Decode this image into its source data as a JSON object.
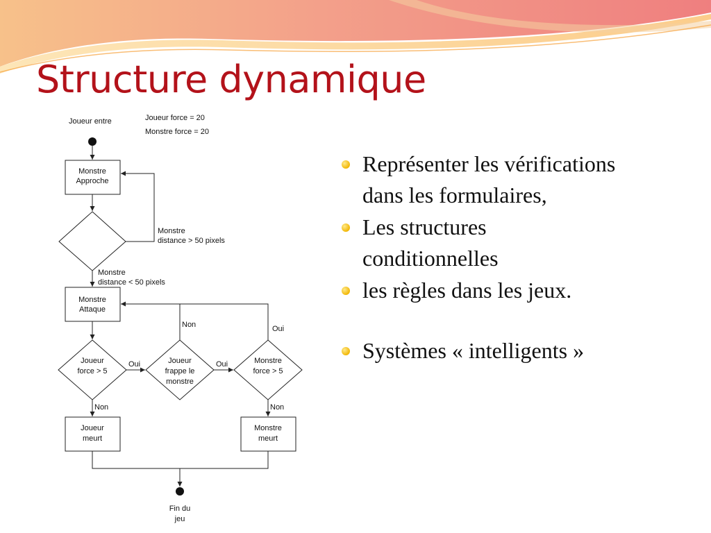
{
  "slide": {
    "title": "Structure dynamique",
    "accent_color": "#b3121a",
    "bullet_color": "#f2b705"
  },
  "diagram": {
    "top_labels": {
      "start": "Joueur entre",
      "joueur_force": "Joueur force = 20",
      "monstre_force": "Monstre force = 20"
    },
    "nodes": {
      "approche": [
        "Monstre",
        "Approche"
      ],
      "attaque": [
        "Monstre",
        "Attaque"
      ],
      "joueur_force_check": [
        "Joueur",
        "force > 5"
      ],
      "joueur_frappe": [
        "Joueur",
        "frappe le",
        "monstre"
      ],
      "monstre_force_check": [
        "Monstre",
        "force > 5"
      ],
      "joueur_meurt": [
        "Joueur",
        "meurt"
      ],
      "monstre_meurt": [
        "Monstre",
        "meurt"
      ],
      "end": [
        "Fin du",
        "jeu"
      ]
    },
    "edge_labels": {
      "distance_gt": [
        "Monstre",
        "distance > 50 pixels"
      ],
      "distance_lt": [
        "Monstre",
        "distance < 50 pixels"
      ],
      "oui": "Oui",
      "non": "Non"
    }
  },
  "bullets": [
    [
      "Représenter les vérifications",
      "dans les formulaires,"
    ],
    [
      "Les structures",
      "conditionnelles"
    ],
    [
      "les règles dans les jeux."
    ],
    [
      "Systèmes « intelligents »"
    ]
  ]
}
